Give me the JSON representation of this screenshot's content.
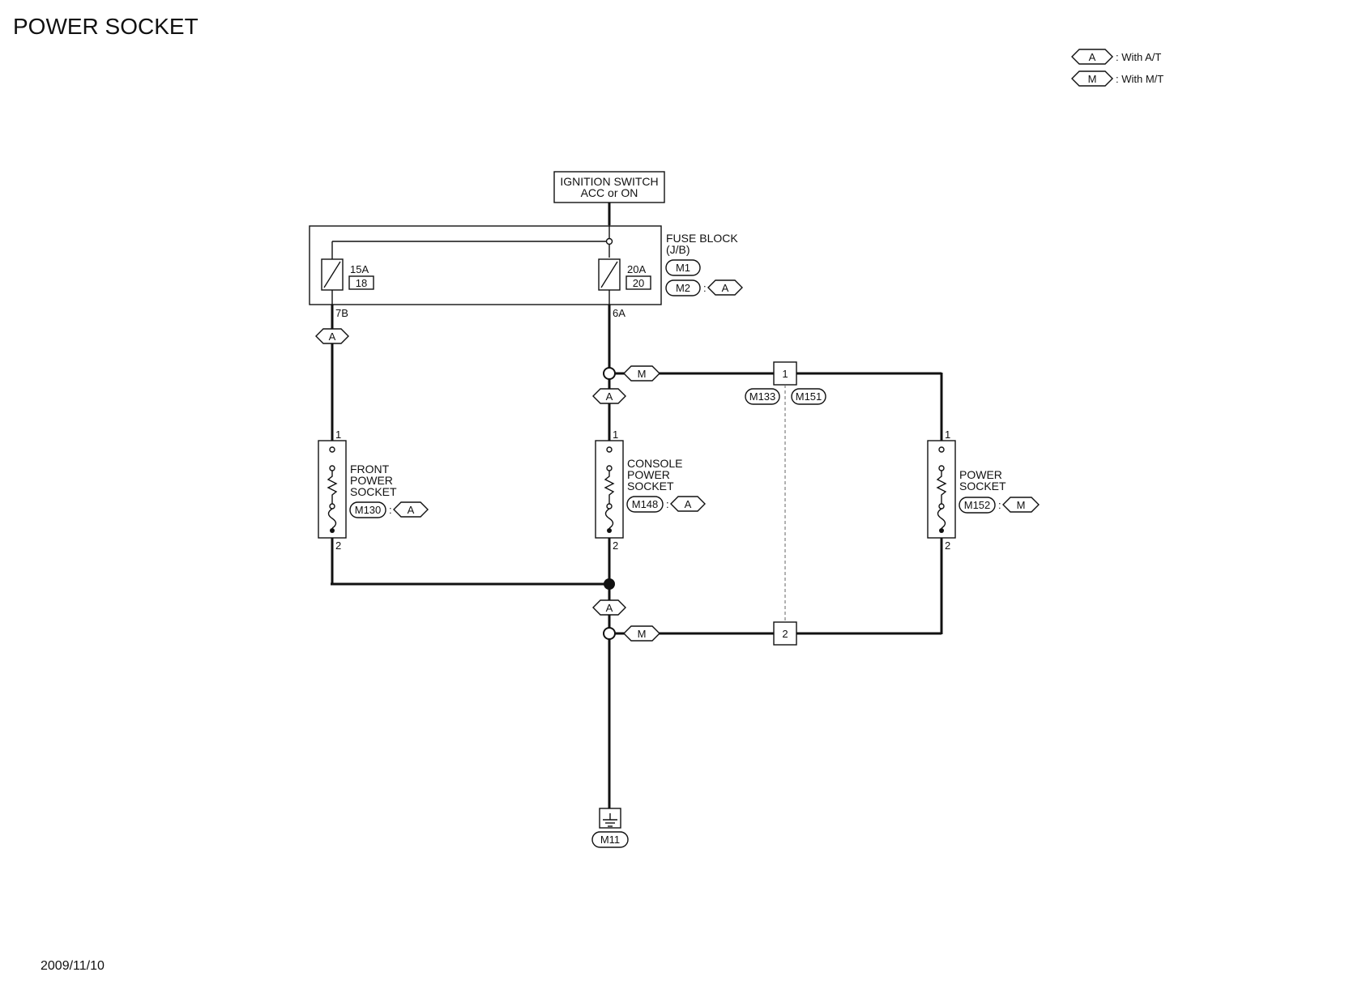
{
  "title": "POWER SOCKET",
  "date": "2009/11/10",
  "legend": [
    {
      "code": "A",
      "text": ": With A/T"
    },
    {
      "code": "M",
      "text": ": With M/T"
    }
  ],
  "ignition_switch": {
    "line1": "IGNITION SWITCH",
    "line2": "ACC or ON"
  },
  "fuse_block": {
    "line1": "FUSE BLOCK",
    "line2": "(J/B)",
    "connectors": [
      "M1",
      "M2"
    ],
    "m2_condition": "A",
    "fuse_left": {
      "amps": "15A",
      "number": "18",
      "terminal": "7B"
    },
    "fuse_right": {
      "amps": "20A",
      "number": "20",
      "terminal": "6A"
    }
  },
  "conditions": {
    "a": "A",
    "m": "M"
  },
  "joint_connector": {
    "pin_top": "1",
    "pin_bottom": "2",
    "connectors": [
      "M133",
      "M151"
    ]
  },
  "front_socket": {
    "line1": "FRONT",
    "line2": "POWER",
    "line3": "SOCKET",
    "connector": "M130",
    "condition": "A",
    "pin_top": "1",
    "pin_bottom": "2"
  },
  "console_socket": {
    "line1": "CONSOLE",
    "line2": "POWER",
    "line3": "SOCKET",
    "connector": "M148",
    "condition": "A",
    "pin_top": "1",
    "pin_bottom": "2"
  },
  "power_socket": {
    "line1": "POWER",
    "line2": "SOCKET",
    "connector": "M152",
    "condition": "M",
    "pin_top": "1",
    "pin_bottom": "2"
  },
  "ground": {
    "connector": "M11"
  }
}
